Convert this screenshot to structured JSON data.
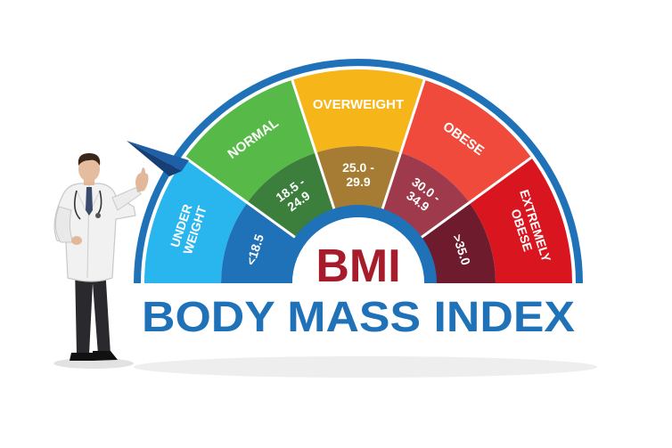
{
  "gauge": {
    "center_label": "BMI",
    "title": "BODY MASS INDEX",
    "segments": [
      {
        "category": "UNDER WEIGHT",
        "lines": [
          "UNDER",
          "WEIGHT"
        ],
        "range_lines": [
          "<18.5"
        ],
        "color": "#29b6ee",
        "inner_color": "#1f72b8"
      },
      {
        "category": "NORMAL",
        "lines": [
          "NORMAL"
        ],
        "range_lines": [
          "18.5 -",
          "24.9"
        ],
        "color": "#57b947",
        "inner_color": "#3c7e3c"
      },
      {
        "category": "OVERWEIGHT",
        "lines": [
          "OVERWEIGHT"
        ],
        "range_lines": [
          "25.0 -",
          "29.9"
        ],
        "color": "#f6b519",
        "inner_color": "#a67c34"
      },
      {
        "category": "OBESE",
        "lines": [
          "OBESE"
        ],
        "range_lines": [
          "30.0 -",
          "34.9"
        ],
        "color": "#ef4a3c",
        "inner_color": "#9e3a4c"
      },
      {
        "category": "EXTREMELY OBESE",
        "lines": [
          "EXTREMELY",
          "OBESE"
        ],
        "range_lines": [
          ">35.0"
        ],
        "color": "#d9161f",
        "inner_color": "#6f1b2e"
      }
    ],
    "colors": {
      "frame": "#1f72b8",
      "center_text": "#a61c2b",
      "title_text": "#1f72b8",
      "pointer": "#1f5fa8"
    }
  }
}
